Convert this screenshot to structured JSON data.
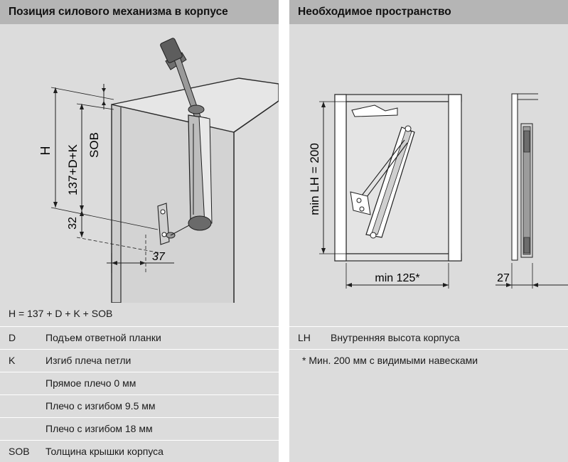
{
  "left": {
    "header": "Позиция силового механизма в корпусе",
    "labels": {
      "h": "H",
      "formula_137": "137+D+K",
      "sob": "SOB",
      "d32": "32",
      "d37": "37"
    },
    "formula": "H = 137 + D + K + SOB",
    "rows": [
      {
        "key": "D",
        "text": "Подъем ответной планки"
      },
      {
        "key": "K",
        "text": "Изгиб плеча петли"
      },
      {
        "key": "",
        "text": "Прямое плечо 0 мм"
      },
      {
        "key": "",
        "text": "Плечо с изгибом 9.5 мм"
      },
      {
        "key": "",
        "text": "Плечо с изгибом 18 мм"
      },
      {
        "key": "SOB",
        "text": "Толщина крышки корпуса"
      }
    ]
  },
  "right": {
    "header": "Необходимое пространство",
    "labels": {
      "min_lh": "min LH = 200",
      "min_125": "min 125*",
      "d27": "27"
    },
    "rows": [
      {
        "key": "LH",
        "text": "Внутренняя высота корпуса"
      },
      {
        "key": "",
        "text": "* Мин. 200 мм с видимыми навесками"
      }
    ]
  },
  "colors": {
    "panel": "#dcdcdc",
    "header": "#b5b5b5",
    "separator": "#ffffff"
  }
}
